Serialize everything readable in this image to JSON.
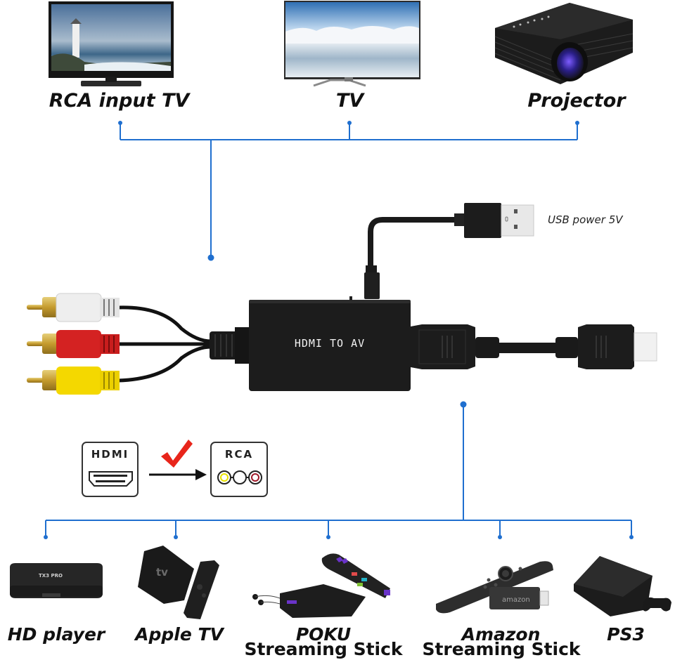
{
  "title": "HDMI to AV converter connection diagram",
  "colors": {
    "connector_line": "#1f6fcf",
    "checkmark": "#e8251b",
    "converter_body": "#1c1c1c",
    "rca_white": "#eeeeee",
    "rca_red": "#d42222",
    "rca_yellow": "#f4d800",
    "rca_gold": "#c9a53a"
  },
  "output_devices": [
    {
      "id": "rca-input-tv",
      "label": "RCA input TV",
      "icon": "crt-tv-icon"
    },
    {
      "id": "tv",
      "label": "TV",
      "icon": "flat-tv-icon"
    },
    {
      "id": "projector",
      "label": "Projector",
      "icon": "projector-icon"
    }
  ],
  "converter": {
    "label": "HDMI TO AV",
    "usb_label": "USB power 5V"
  },
  "conversion_box": {
    "from_label": "HDMI",
    "to_label": "RCA",
    "check_icon": "checkmark-icon",
    "arrow_icon": "arrow-right-icon"
  },
  "source_devices": [
    {
      "id": "hd-player",
      "label_lines": [
        "HD player"
      ],
      "icon": "tv-box-icon",
      "device_text": "TX3 PRO"
    },
    {
      "id": "apple-tv",
      "label_lines": [
        "Apple TV"
      ],
      "icon": "apple-tv-icon",
      "device_text": "tv"
    },
    {
      "id": "poku",
      "label_lines": [
        "POKU",
        "Streaming Stick"
      ],
      "icon": "streaming-box-icon"
    },
    {
      "id": "amazon",
      "label_lines": [
        "Amazon",
        "Streaming Stick"
      ],
      "icon": "fire-stick-icon",
      "device_text": "amazon"
    },
    {
      "id": "ps3",
      "label_lines": [
        "PS3"
      ],
      "icon": "game-console-icon"
    }
  ]
}
